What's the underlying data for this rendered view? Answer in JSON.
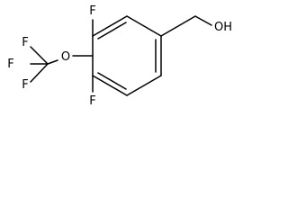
{
  "labels": {
    "f_top": "F",
    "f_bottom": "F",
    "f_cf3_upper": "F",
    "f_cf3_left": "F",
    "f_cf3_lower": "F",
    "ether_oxygen": "O",
    "hydroxyl": "OH"
  }
}
